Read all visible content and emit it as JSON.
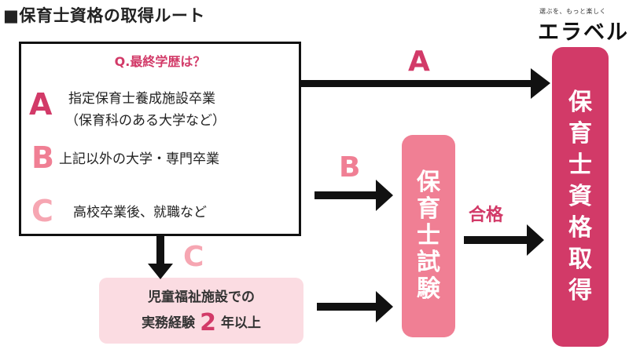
{
  "title": "■保育士資格の取得ルート",
  "logo": {
    "tagline": "選ぶを、もっと楽しく",
    "name": "エラベル"
  },
  "question": {
    "title": "Q.最終学歴は？",
    "options": [
      {
        "letter": "A",
        "lines": [
          "指定保育士養成施設卒業",
          "（保育科のある大学など）"
        ]
      },
      {
        "letter": "B",
        "lines": [
          "上記以外の大学・専門卒業"
        ]
      },
      {
        "letter": "C",
        "lines": [
          "高校卒業後、就職など"
        ]
      }
    ]
  },
  "requirement": {
    "line1": "児童福祉施設での",
    "line2_prefix": "実務経験",
    "line2_number": "2",
    "line2_suffix": "年以上"
  },
  "exam": {
    "label": "保育士試験",
    "chars": [
      "保",
      "育",
      "士",
      "試",
      "験"
    ]
  },
  "qualification": {
    "label": "保育士資格取得",
    "chars": [
      "保",
      "育",
      "士",
      "資",
      "格",
      "取",
      "得"
    ]
  },
  "routes": {
    "a": "A",
    "b": "B",
    "c": "C",
    "pass": "合格"
  },
  "colors": {
    "dark_pink": "#d23a68",
    "mid_pink": "#f07f94",
    "light_pink": "#f6a6b2",
    "pale_pink": "#fbdce2",
    "arrow": "#111111"
  }
}
